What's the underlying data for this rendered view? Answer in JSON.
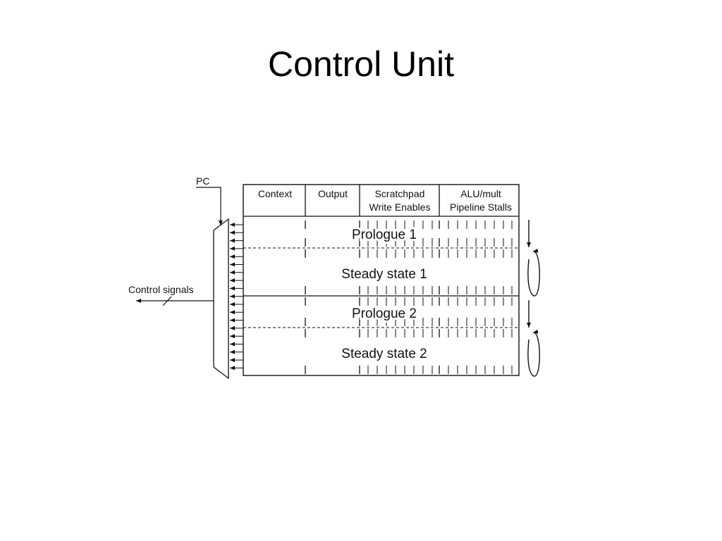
{
  "title": "Control Unit",
  "diagram": {
    "pc_label": "PC",
    "control_signals_label": "Control signals",
    "columns": [
      {
        "line1": "Context",
        "line2": ""
      },
      {
        "line1": "Output",
        "line2": ""
      },
      {
        "line1": "Scratchpad",
        "line2": "Write Enables"
      },
      {
        "line1": "ALU/mult",
        "line2": "Pipeline Stalls"
      }
    ],
    "sections": [
      {
        "label": "Prologue 1"
      },
      {
        "label": "Steady state 1"
      },
      {
        "label": "Prologue 2"
      },
      {
        "label": "Steady state 2"
      }
    ]
  }
}
